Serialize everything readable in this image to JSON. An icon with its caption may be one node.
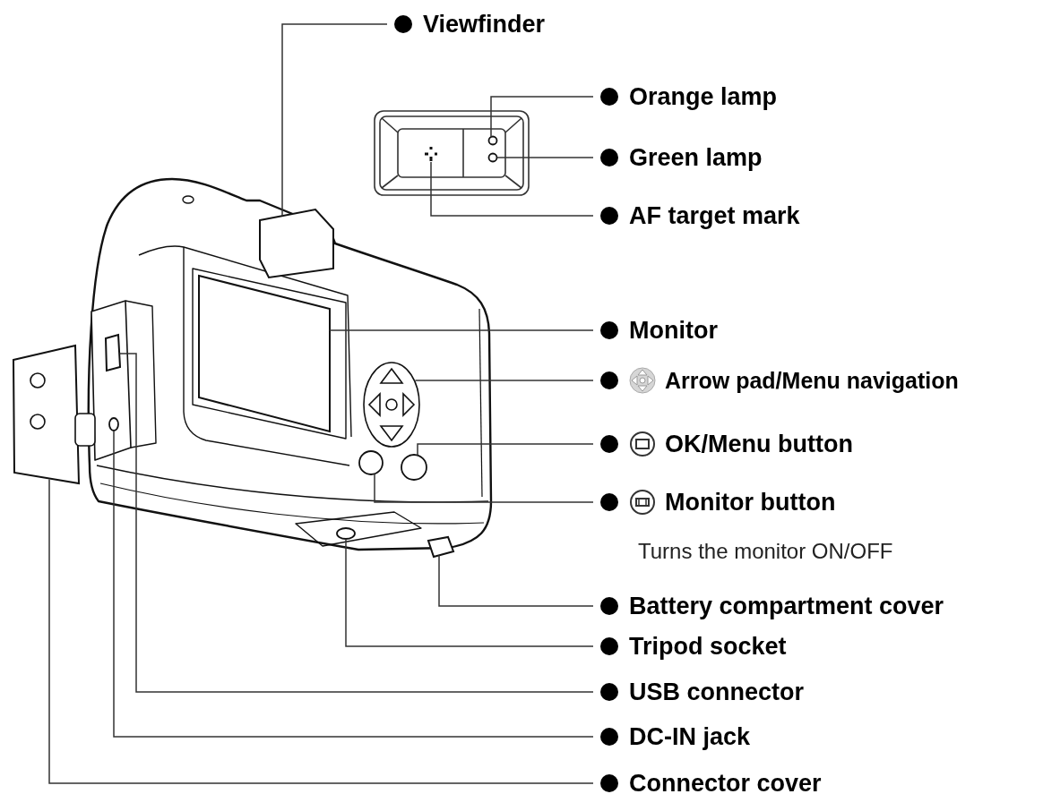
{
  "diagram": {
    "nodes": [
      {
        "text": [
          "Viewfinder"
        ]
      },
      {
        "text": [
          "Orange lamp"
        ]
      },
      {
        "text": [
          "Green lamp"
        ]
      },
      {
        "text": [
          "AF target mark"
        ]
      },
      {
        "text": [
          "Monitor"
        ]
      },
      {
        "text": [
          "Arrow pad/Menu navigation"
        ]
      },
      {
        "text": [
          "OK/Menu button"
        ]
      },
      {
        "text": [
          "Monitor button"
        ],
        "beside": [
          "Turns the monitor ON/OFF"
        ]
      },
      {
        "text": [
          "Battery compartment cover"
        ]
      },
      {
        "text": [
          "Tripod socket"
        ]
      },
      {
        "text": [
          "USB connector"
        ]
      },
      {
        "text": [
          "DC-IN jack"
        ]
      },
      {
        "text": [
          "Connector cover"
        ]
      },
      {
        "text": [],
        "shape": "box"
      },
      {
        "text": [],
        "shape": "circle"
      },
      {
        "text": [],
        "shape": "circle"
      },
      {
        "text": [],
        "shape": "dot"
      },
      {
        "text": [],
        "shape": "box"
      },
      {
        "text": [],
        "shape": "circle"
      },
      {
        "text": [],
        "shape": "circle"
      },
      {
        "text": [],
        "shape": "circle"
      },
      {
        "text": [],
        "shape": "box"
      },
      {
        "text": [],
        "shape": "circle"
      },
      {
        "text": [],
        "shape": "box"
      },
      {
        "text": [],
        "shape": "circle"
      },
      {
        "text": [],
        "shape": "box"
      }
    ],
    "edges": [
      {
        "from": 0,
        "to": 13,
        "arrow": "none"
      },
      {
        "from": 1,
        "to": 14,
        "arrow": "none"
      },
      {
        "from": 2,
        "to": 15,
        "arrow": "none"
      },
      {
        "from": 3,
        "to": 16,
        "arrow": "none"
      },
      {
        "from": 4,
        "to": 17,
        "arrow": "none"
      },
      {
        "from": 5,
        "to": 18,
        "arrow": "none"
      },
      {
        "from": 6,
        "to": 19,
        "arrow": "none"
      },
      {
        "from": 7,
        "to": 20,
        "arrow": "none"
      },
      {
        "from": 8,
        "to": 21,
        "arrow": "none"
      },
      {
        "from": 9,
        "to": 22,
        "arrow": "none"
      },
      {
        "from": 10,
        "to": 23,
        "arrow": "none"
      },
      {
        "from": 11,
        "to": 24,
        "arrow": "none"
      },
      {
        "from": 12,
        "to": 25,
        "arrow": "none"
      }
    ]
  }
}
